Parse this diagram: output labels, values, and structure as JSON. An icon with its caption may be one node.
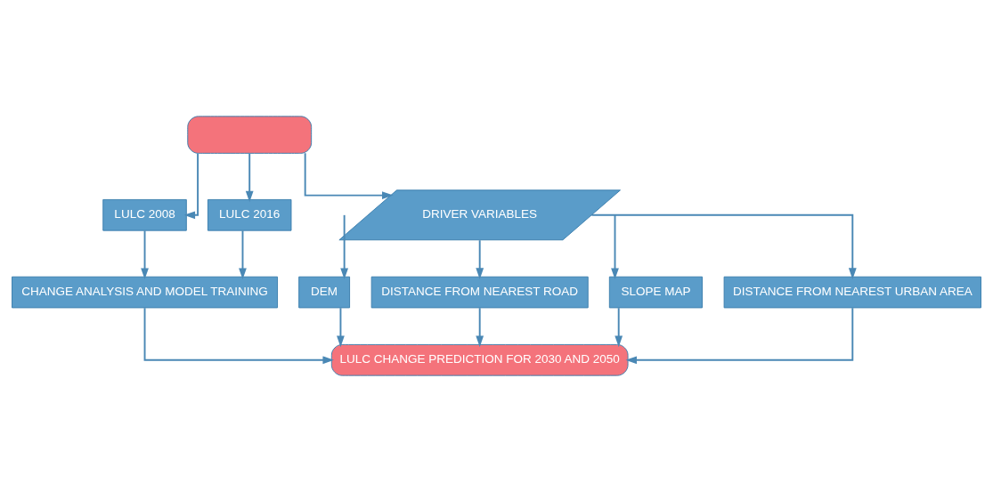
{
  "diagram": {
    "nodes": [
      {
        "text": [],
        "shape": "box"
      },
      {
        "text": [
          "LULC 2008"
        ]
      },
      {
        "text": [
          "LULC 2016"
        ]
      },
      {
        "text": [
          "DRIVER VARIABLES"
        ]
      },
      {
        "text": [
          "CHANGE ANALYSIS AND MODEL TRAINING"
        ]
      },
      {
        "text": [
          "DEM"
        ]
      },
      {
        "text": [
          "DISTANCE FROM NEAREST ROAD"
        ]
      },
      {
        "text": [
          "SLOPE MAP"
        ]
      },
      {
        "text": [
          "DISTANCE FROM NEAREST URBAN AREA"
        ]
      },
      {
        "text": [
          "LULC CHANGE PREDICTION FOR 2030 AND 2050"
        ]
      }
    ],
    "edges": [
      {
        "from": 0,
        "to": 1,
        "arrow": "to"
      },
      {
        "from": 0,
        "to": 2,
        "arrow": "to"
      },
      {
        "from": 0,
        "to": 3,
        "arrow": "to"
      },
      {
        "from": 1,
        "to": 4,
        "arrow": "to"
      },
      {
        "from": 2,
        "to": 4,
        "arrow": "to"
      },
      {
        "from": 3,
        "to": 5,
        "arrow": "to"
      },
      {
        "from": 3,
        "to": 6,
        "arrow": "to"
      },
      {
        "from": 3,
        "to": 7,
        "arrow": "to"
      },
      {
        "from": 3,
        "to": 8,
        "arrow": "to"
      },
      {
        "from": 4,
        "to": 9,
        "arrow": "to"
      },
      {
        "from": 5,
        "to": 9,
        "arrow": "to"
      },
      {
        "from": 6,
        "to": 9,
        "arrow": "to"
      },
      {
        "from": 7,
        "to": 9,
        "arrow": "to"
      },
      {
        "from": 8,
        "to": 9,
        "arrow": "to"
      }
    ]
  }
}
